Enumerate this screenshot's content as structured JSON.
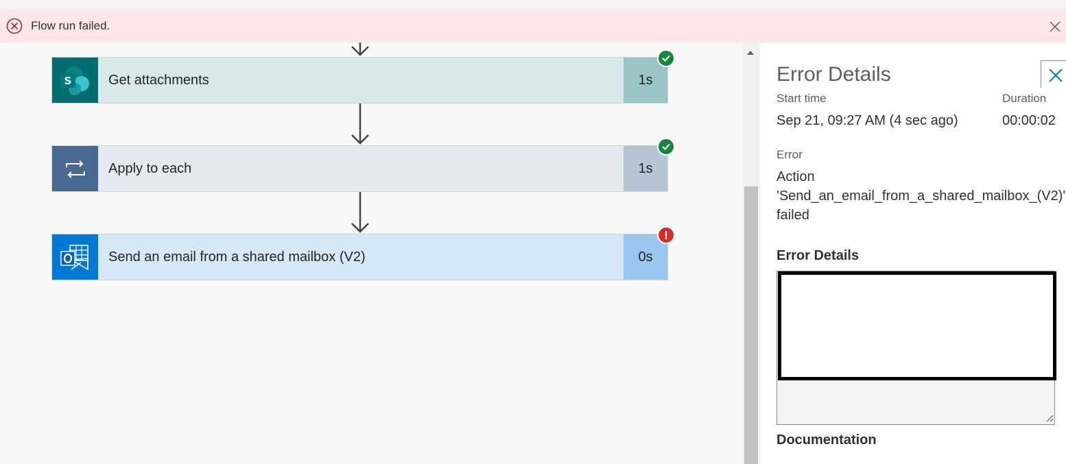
{
  "banner": {
    "message": "Flow run failed.",
    "error_icon": "error-circle-icon",
    "close_icon": "close-icon",
    "background": "#fde7e9",
    "accent": "#a4262c"
  },
  "flow": {
    "steps": [
      {
        "title": "Get attachments",
        "duration": "1s",
        "icon": "sharepoint-icon",
        "status": "success",
        "icon_bg": "#036c70",
        "title_bg": "#d9e9e9",
        "dur_bg": "#9ac4c5"
      },
      {
        "title": "Apply to each",
        "duration": "1s",
        "icon": "loop-icon",
        "status": "success",
        "icon_bg": "#486991",
        "title_bg": "#e4e9f0",
        "dur_bg": "#b7c4d4"
      },
      {
        "title": "Send an email from a shared mailbox (V2)",
        "duration": "0s",
        "icon": "outlook-icon",
        "status": "error",
        "icon_bg": "#0078d4",
        "title_bg": "#d6e8f7",
        "dur_bg": "#99c7ee"
      }
    ],
    "success_color": "#13883a",
    "error_color": "#d92a2a"
  },
  "panel": {
    "title": "Error Details",
    "start_time_label": "Start time",
    "start_time_value": "Sep 21, 09:27 AM (4 sec ago)",
    "duration_label": "Duration",
    "duration_value": "00:00:02",
    "error_label": "Error",
    "error_lines": [
      "Action",
      "'Send_an_email_from_a_shared_mailbox_(V2)'",
      "failed"
    ],
    "details_heading": "Error Details",
    "documentation_heading": "Documentation",
    "close_icon": "close-icon"
  }
}
